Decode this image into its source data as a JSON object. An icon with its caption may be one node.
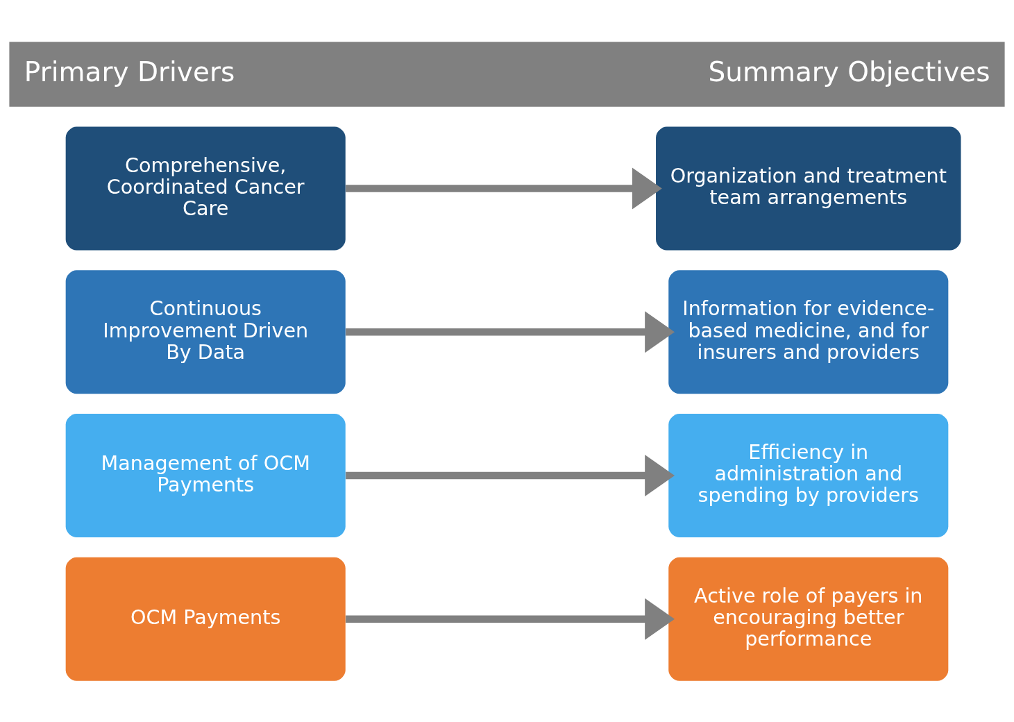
{
  "diagram": {
    "nodes": [
      {
        "text": [
          "Primary Drivers",
          "Summary Objectives"
        ]
      },
      {
        "text": [
          "Comprehensive, Coordinated Cancer Care"
        ]
      },
      {
        "text": [
          "Continuous Improvement Driven By Data"
        ]
      },
      {
        "text": [
          "Management of OCM Payments"
        ]
      },
      {
        "text": [
          "OCM Payments"
        ]
      },
      {
        "text": [
          "Organization and treatment team arrangements"
        ]
      },
      {
        "text": [
          "Information for evidence-based medicine, and for insurers and providers"
        ]
      },
      {
        "text": [
          "Efficiency in administration and spending by providers"
        ]
      },
      {
        "text": [
          "Active role of payers in encouraging better performance"
        ]
      }
    ],
    "edges": [
      {
        "from": 1,
        "to": 5,
        "arrow": "to"
      },
      {
        "from": 2,
        "to": 6,
        "arrow": "to"
      },
      {
        "from": 3,
        "to": 7,
        "arrow": "to"
      },
      {
        "from": 4,
        "to": 8,
        "arrow": "to"
      }
    ]
  }
}
